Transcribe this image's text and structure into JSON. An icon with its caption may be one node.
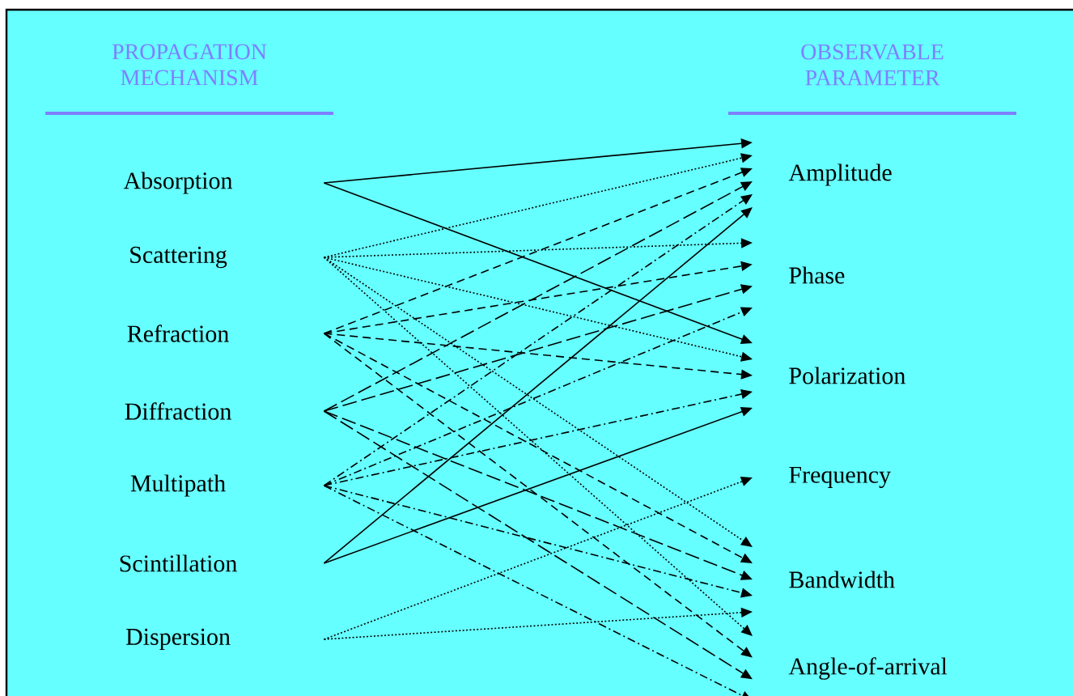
{
  "diagram": {
    "nodes": [
      {
        "text": [
          "Absorption"
        ]
      },
      {
        "text": [
          "Scattering"
        ]
      },
      {
        "text": [
          "Refraction"
        ]
      },
      {
        "text": [
          "Diffraction"
        ]
      },
      {
        "text": [
          "Multipath"
        ]
      },
      {
        "text": [
          "Scintillation"
        ]
      },
      {
        "text": [
          "Dispersion"
        ]
      },
      {
        "text": [
          "Amplitude"
        ]
      },
      {
        "text": [
          "Phase"
        ]
      },
      {
        "text": [
          "Polarization"
        ]
      },
      {
        "text": [
          "Frequency"
        ]
      },
      {
        "text": [
          "Bandwidth"
        ]
      },
      {
        "text": [
          "Angle-of-arrival"
        ]
      }
    ],
    "edges": [
      {
        "from": 0,
        "to": 7,
        "arrow": "to"
      },
      {
        "from": 0,
        "to": 9,
        "arrow": "to"
      },
      {
        "from": 1,
        "to": 7,
        "arrow": "to",
        "style": "dashed"
      },
      {
        "from": 1,
        "to": 8,
        "arrow": "to",
        "style": "dashed"
      },
      {
        "from": 1,
        "to": 9,
        "arrow": "to",
        "style": "dashed"
      },
      {
        "from": 1,
        "to": 11,
        "arrow": "to",
        "style": "dashed"
      },
      {
        "from": 1,
        "to": 12,
        "arrow": "to",
        "style": "dashed"
      },
      {
        "from": 2,
        "to": 7,
        "arrow": "to",
        "style": "dashed"
      },
      {
        "from": 2,
        "to": 8,
        "arrow": "to",
        "style": "dashed"
      },
      {
        "from": 2,
        "to": 9,
        "arrow": "to",
        "style": "dashed"
      },
      {
        "from": 2,
        "to": 11,
        "arrow": "to",
        "style": "dashed"
      },
      {
        "from": 2,
        "to": 12,
        "arrow": "to",
        "style": "dashed"
      },
      {
        "from": 3,
        "to": 7,
        "arrow": "to",
        "style": "dashed"
      },
      {
        "from": 3,
        "to": 8,
        "arrow": "to",
        "style": "dashed"
      },
      {
        "from": 3,
        "to": 11,
        "arrow": "to",
        "style": "dashed"
      },
      {
        "from": 3,
        "to": 12,
        "arrow": "to",
        "style": "dashed"
      },
      {
        "from": 4,
        "to": 7,
        "arrow": "to",
        "style": "dashed"
      },
      {
        "from": 4,
        "to": 8,
        "arrow": "to",
        "style": "dashed"
      },
      {
        "from": 4,
        "to": 9,
        "arrow": "to",
        "style": "dashed"
      },
      {
        "from": 4,
        "to": 11,
        "arrow": "to",
        "style": "dashed"
      },
      {
        "from": 4,
        "to": 12,
        "arrow": "to",
        "style": "dashed"
      },
      {
        "from": 5,
        "to": 7,
        "arrow": "to"
      },
      {
        "from": 5,
        "to": 9,
        "arrow": "to"
      },
      {
        "from": 6,
        "to": 10,
        "arrow": "to",
        "style": "dashed"
      },
      {
        "from": 6,
        "to": 11,
        "arrow": "to",
        "style": "dashed"
      }
    ],
    "labels": [
      "PROPAGATION MECHANISM",
      "OBSERVABLE PARAMETER"
    ]
  }
}
